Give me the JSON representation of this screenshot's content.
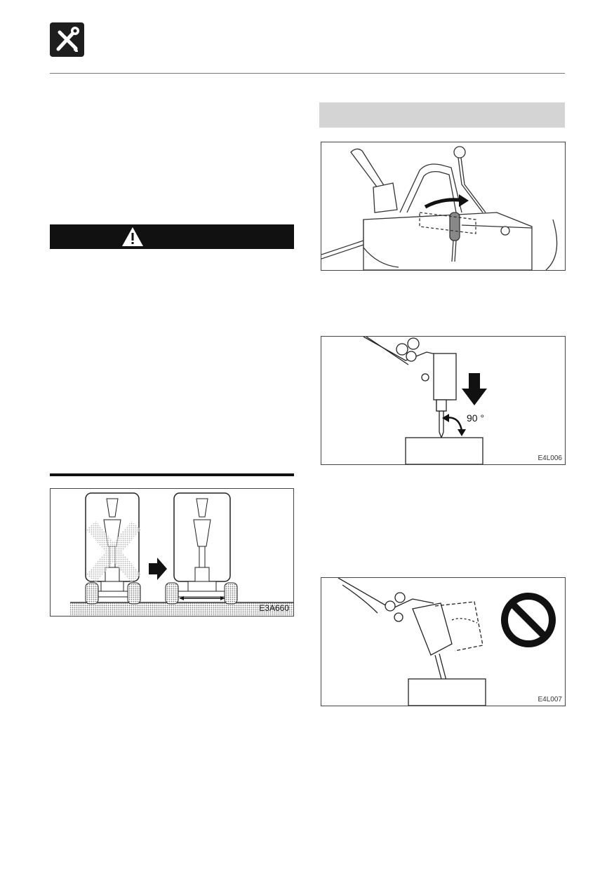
{
  "header": {
    "icon": "tools-wrench-screwdriver-icon"
  },
  "warning": {
    "icon": "warning-triangle-icon"
  },
  "figures": {
    "tracks": {
      "code": "E3A660",
      "icons": [
        "prohibited-cross-mark",
        "right-arrow-icon",
        "width-arrow"
      ]
    },
    "lever": {
      "icons": [
        "lever-arrow-icon"
      ]
    },
    "breaker_90": {
      "code": "E4L006",
      "angle": "90 °",
      "icons": [
        "down-arrow-icon",
        "angle-arrow-icon"
      ]
    },
    "breaker_bad": {
      "code": "E4L007",
      "icons": [
        "prohibited-sign-icon"
      ]
    }
  },
  "colors": {
    "dark": "#111111",
    "section_bar": "#d4d4d4",
    "rule": "#777777"
  }
}
